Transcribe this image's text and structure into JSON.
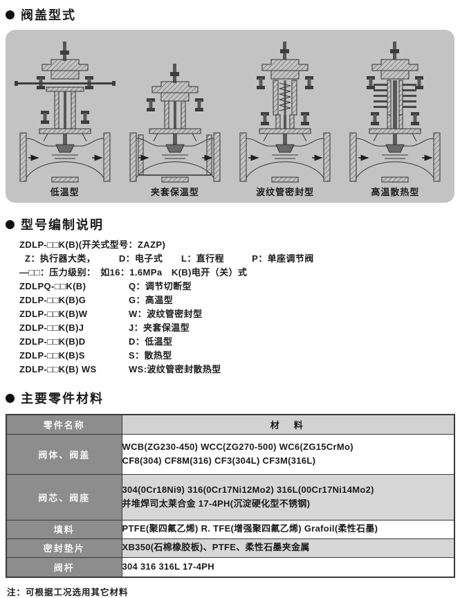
{
  "colors": {
    "panel_bg": "#c3c3c3",
    "table_left_bg": "#8d8d8d",
    "table_head_right_bg": "#d2d2d2",
    "table_alt_row_bg": "#d7d7d7",
    "border": "#383838",
    "text": "#1b1b1b"
  },
  "sections": {
    "bonnet": {
      "heading": "阀盖型式",
      "figures": [
        {
          "label": "低温型"
        },
        {
          "label": "夹套保温型"
        },
        {
          "label": "波纹管密封型"
        },
        {
          "label": "高温散热型"
        }
      ]
    },
    "model": {
      "heading": "型号编制说明",
      "intro": [
        "ZDLP-□□K(B)(开关式型号：ZAZP)",
        "Z：执行器大类，　　　D：电子式　　L：直行程　　　P：单座调节阀",
        "—□□：压力级别：　如16：1.6MPa　K(B)电开（关）式"
      ],
      "codes": [
        {
          "code": "ZDLPQ-□□K(B)",
          "desc": "Q：调节切断型"
        },
        {
          "code": "ZDLP-□□K(B)G",
          "desc": "G：高温型"
        },
        {
          "code": "ZDLP-□□K(B)W",
          "desc": "W：波纹管密封型"
        },
        {
          "code": "ZDLP-□□K(B)J",
          "desc": "J：夹套保温型"
        },
        {
          "code": "ZDLP-□□K(B)D",
          "desc": "D：低温型"
        },
        {
          "code": "ZDLP-□□K(B)S",
          "desc": "S：散热型"
        },
        {
          "code": "ZDLP-□□K(B) WS",
          "desc": "WS:波纹管密封散热型"
        }
      ]
    },
    "materials": {
      "heading": "主要零件材料",
      "columns": {
        "part": "零件名称",
        "material": "材　料"
      },
      "rows": [
        {
          "part": "阀体、阀盖",
          "lines": [
            "WCB(ZG230-450) WCC(ZG270-500) WC6(ZG15CrMo)",
            "CF8(304) CF8M(316) CF3(304L) CF3M(316L)"
          ]
        },
        {
          "part": "阀芯、阀座",
          "lines": [
            "304(0Cr18Ni9) 316(0Cr17Ni12Mo2) 316L(00Cr17Ni14Mo2)",
            "并堆焊司太莱合金 17-4PH(沉淀硬化型不锈钢)"
          ]
        },
        {
          "part": "填料",
          "lines": [
            "PTFE(聚四氟乙烯) R. TFE(增强聚四氟乙烯) Grafoil(柔性石墨)"
          ]
        },
        {
          "part": "密封垫片",
          "lines": [
            "XB350(石棉橡胶板)、PTFE、柔性石墨夹金属"
          ]
        },
        {
          "part": "阀杆",
          "lines": [
            "304 316 316L 17-4PH"
          ]
        }
      ],
      "note": "注：可根据工况选用其它材料"
    }
  }
}
